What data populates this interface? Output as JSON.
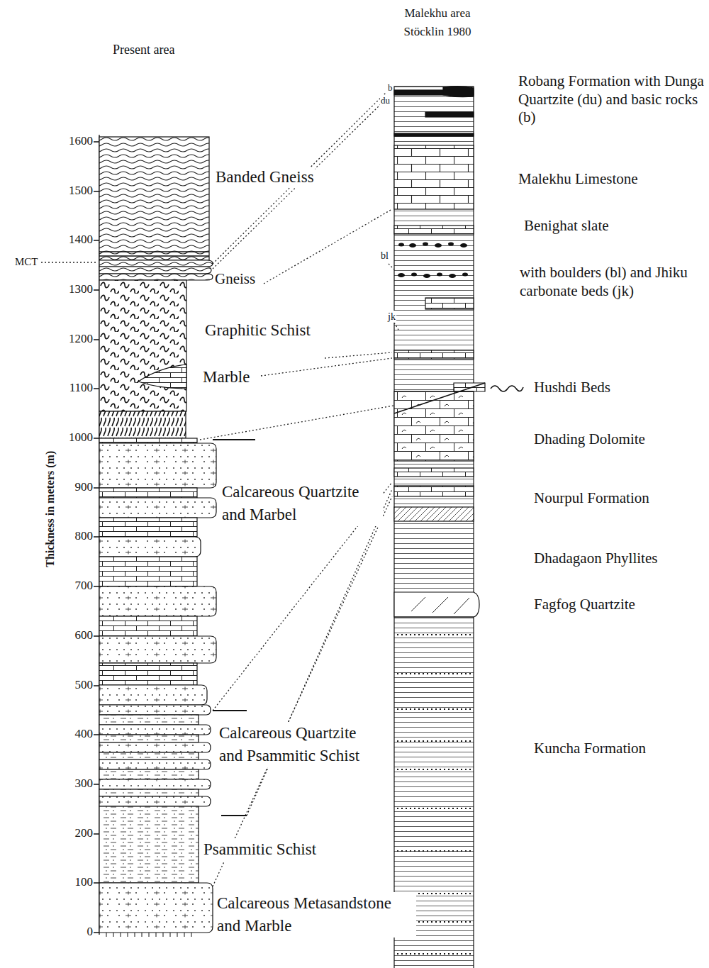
{
  "diagram": {
    "labels": [
      "Present area",
      "Malekhu area Stöcklin 1980",
      "1600",
      "1500",
      "1400",
      "1300",
      "1200",
      "1100",
      "1000",
      "900",
      "800",
      "700",
      "600",
      "500",
      "400",
      "300",
      "200",
      "100",
      "0",
      "Thickness in meters (m)",
      "MCT",
      "Banded Gneiss",
      "Gneiss",
      "Graphitic Schist",
      "Marble",
      "Calcareous Quartzite and Marbel",
      "Calcareous Quartzite and Psammitic Schist",
      "Psammitic Schist",
      "Calcareous Metasandstone and Marble",
      "b",
      "du",
      "bl",
      "jk",
      "Robang Formation with Dunga Quartzite (du) and basic rocks (b)",
      "Malekhu Limestone",
      "Benighat slate",
      "with boulders (bl) and Jhiku carbonate beds (jk)",
      "Hushdi Beds",
      "Dhading Dolomite",
      "Nourpul Formation",
      "Dhadagaon Phyllites",
      "Fagfog Quartzite",
      "Kuncha Formation"
    ]
  }
}
